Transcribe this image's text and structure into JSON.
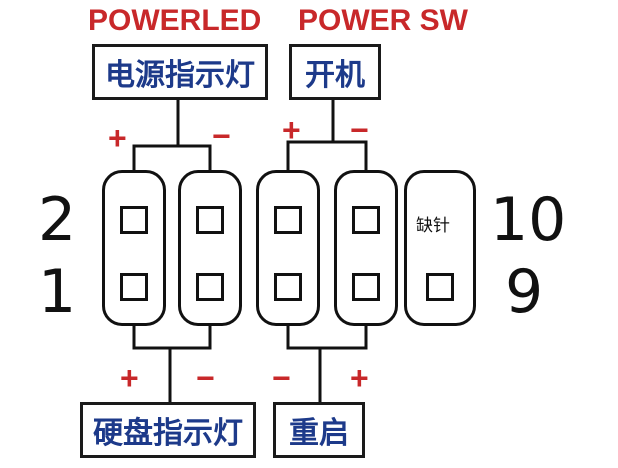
{
  "top_titles": {
    "left": "POWERLED",
    "right": "POWER SW"
  },
  "labels": {
    "power_led": "电源指示灯",
    "power_switch": "开机",
    "hdd_led": "硬盘指示灯",
    "reset": "重启"
  },
  "pin_numbers": {
    "top_left": "2",
    "bottom_left": "1",
    "top_right": "10",
    "bottom_right": "9"
  },
  "missing_pin_label": "缺针",
  "signs": {
    "top_plus": "+",
    "top_minus": "−",
    "bottom_plus": "+",
    "bottom_minus": "−"
  },
  "colors": {
    "title_red": "#c8282a",
    "label_blue": "#1d3a8a",
    "outline": "#111111"
  }
}
